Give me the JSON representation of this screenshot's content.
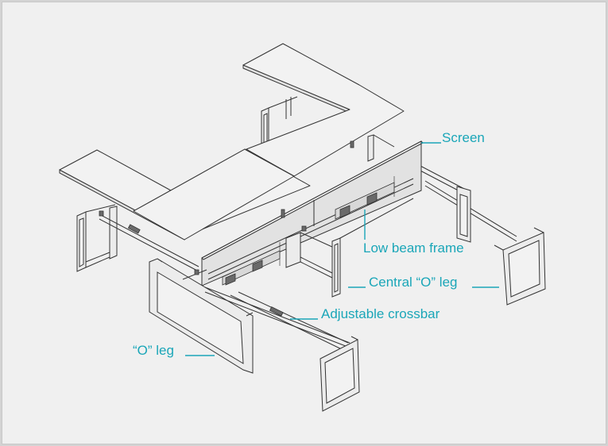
{
  "labels": {
    "screen": "Screen",
    "low_beam_frame": "Low beam frame",
    "central_o_leg": "Central “O” leg",
    "adjustable_crossbar": "Adjustable crossbar",
    "o_leg": "“O” leg"
  },
  "colors": {
    "accent": "#1aa6b8",
    "line": "#333333",
    "background": "#f0f0f0"
  }
}
